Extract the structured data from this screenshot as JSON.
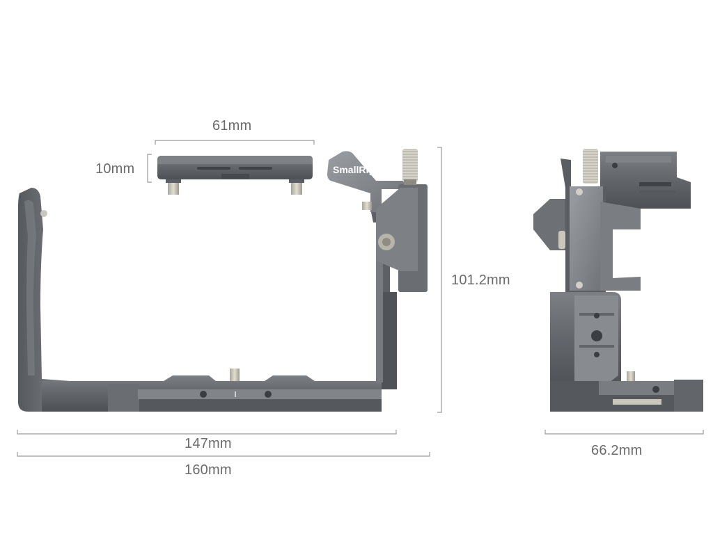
{
  "dimensions": {
    "top_plate_width": "61mm",
    "top_plate_height": "10mm",
    "cage_height": "101.2mm",
    "cage_width_inner": "147mm",
    "cage_width_outer": "160mm",
    "side_depth": "66.2mm"
  },
  "brand": {
    "logo_text": "SmallRig"
  },
  "colors": {
    "metal_dark": "#4f5256",
    "metal_mid": "#6d7075",
    "metal_light": "#8c9095",
    "metal_highlight": "#a8acb1",
    "screw": "#c9c6bc",
    "dimension_line": "#9a9a9a",
    "label": "#6b6b6b"
  }
}
